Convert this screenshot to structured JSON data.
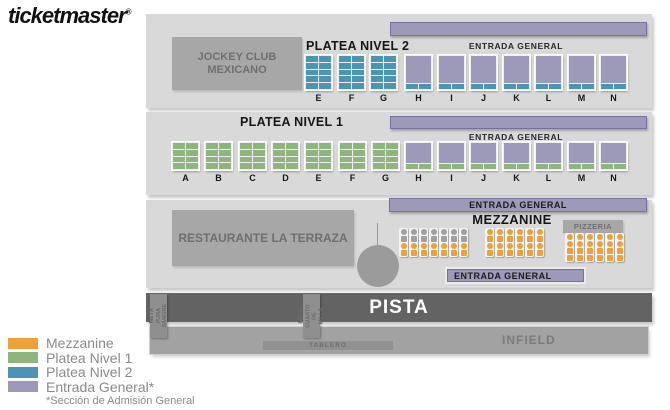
{
  "brand": {
    "logo_text": "ticketmaster",
    "registered_mark": "®"
  },
  "colors": {
    "mezzanine_orange": "#eca13b",
    "platea1_green": "#8eb57d",
    "platea2_blue": "#4c94b5",
    "entrada_purple": "#9d99b9",
    "seat_gray": "#a0a0a0"
  },
  "map": {
    "level2": {
      "label": "PLATEA NIVEL 2",
      "ga_label": "ENTRADA GENERAL",
      "venue_box": "JOCKEY CLUB MEXICANO",
      "reserved_sections": [
        "E",
        "F",
        "G"
      ],
      "ga_sections": [
        "H",
        "I",
        "J",
        "K",
        "L",
        "M",
        "N"
      ]
    },
    "level1": {
      "label": "PLATEA NIVEL 1",
      "ga_label": "ENTRADA GENERAL",
      "reserved_sections": [
        "A",
        "B",
        "C",
        "D",
        "E",
        "F",
        "G"
      ],
      "ga_sections": [
        "H",
        "I",
        "J",
        "K",
        "L",
        "M",
        "N"
      ]
    },
    "mezzanine": {
      "label": "MEZZANINE",
      "restaurant_box": "RESTAURANTE LA TERRAZA",
      "pizzeria_box": "PIZZERIA",
      "ga_top_label": "ENTRADA GENERAL",
      "ga_bottom_label": "ENTRADA GENERAL",
      "groups": [
        {
          "columns": 7,
          "pattern": [
            "circle:gray",
            "square:gray",
            "circle:orange",
            "square:orange"
          ]
        },
        {
          "columns": 6,
          "pattern": [
            "circle:orange",
            "square:orange",
            "circle:orange",
            "square:orange"
          ]
        },
        {
          "columns": 6,
          "pattern": [
            "circle:orange",
            "circle:orange",
            "square:orange",
            "square:orange"
          ]
        }
      ]
    },
    "pista_label": "PISTA",
    "infield_label": "INFIELD",
    "tablero_label": "TABLERO",
    "meta_label_1": "META PURA SANGRE",
    "meta_label_2": "META CUARTO DE MILLA"
  },
  "legend": {
    "items": [
      {
        "label": "Mezzanine",
        "color_key": "mezzanine_orange"
      },
      {
        "label": "Platea Nivel 1",
        "color_key": "platea1_green"
      },
      {
        "label": "Platea Nivel 2",
        "color_key": "platea2_blue"
      },
      {
        "label": "Entrada General*",
        "color_key": "entrada_purple"
      }
    ],
    "footnote": "*Sección de Admisión General"
  }
}
